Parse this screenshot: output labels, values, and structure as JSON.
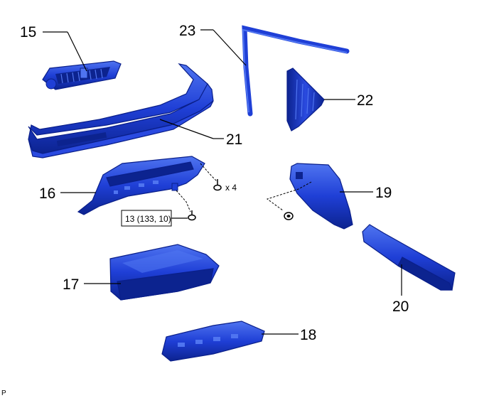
{
  "callouts": {
    "c15": "15",
    "c16": "16",
    "c17": "17",
    "c18": "18",
    "c19": "19",
    "c20": "20",
    "c21": "21",
    "c22": "22",
    "c23": "23"
  },
  "annotations": {
    "torque_spec": "13 (133, 10)",
    "screw_qty": "x 4",
    "corner_mark": "P"
  },
  "colors": {
    "part_fill": "#1f3fd6",
    "part_dark": "#0c238f",
    "part_light": "#4f74f0"
  }
}
